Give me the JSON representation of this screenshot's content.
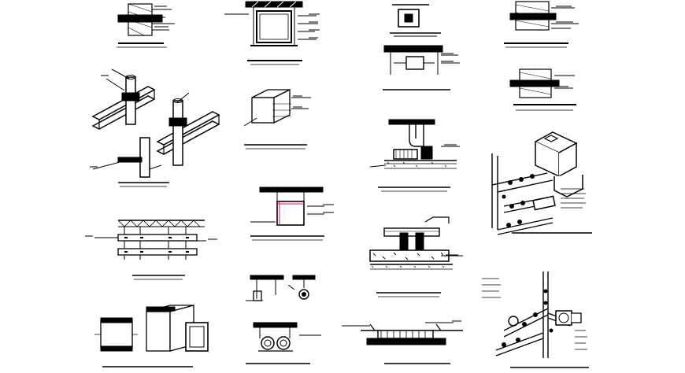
{
  "sheet": {
    "background": "#ffffff",
    "ink": "#000000",
    "detail_count": 21
  },
  "details": [
    {
      "id": "wall-penetration-section",
      "icon": "wall-penetration"
    },
    {
      "id": "rectangular-duct-section-top",
      "icon": "duct-section"
    },
    {
      "id": "small-duct-section-top",
      "icon": "duct-section"
    },
    {
      "id": "pipe-wall-section-top-right",
      "icon": "wall-penetration"
    },
    {
      "id": "duct-support-elevation",
      "icon": "support-elevation"
    },
    {
      "id": "pipe-wall-section-mid-right",
      "icon": "wall-penetration"
    },
    {
      "id": "pipe-support-isometric",
      "icon": "isometric-supports"
    },
    {
      "id": "duct-box-isometric",
      "icon": "isometric-box"
    },
    {
      "id": "equipment-on-slab-section",
      "icon": "equipment-slab"
    },
    {
      "id": "duct-riser-isometric",
      "icon": "riser-isometric"
    },
    {
      "id": "hanger-detail",
      "icon": "hanger"
    },
    {
      "id": "ceiling-duct-section",
      "icon": "duct-section"
    },
    {
      "id": "floor-drain-section",
      "icon": "floor-section"
    },
    {
      "id": "truss-duct-elevation",
      "icon": "truss"
    },
    {
      "id": "pipe-hanger-small-details",
      "icon": "hangers-small"
    },
    {
      "id": "pump-piping-isometric",
      "icon": "pump-isometric"
    },
    {
      "id": "flexible-duct-connection",
      "icon": "flex-duct"
    },
    {
      "id": "twin-pipe-section",
      "icon": "twin-pipe"
    },
    {
      "id": "floor-trench-section",
      "icon": "trench"
    }
  ]
}
